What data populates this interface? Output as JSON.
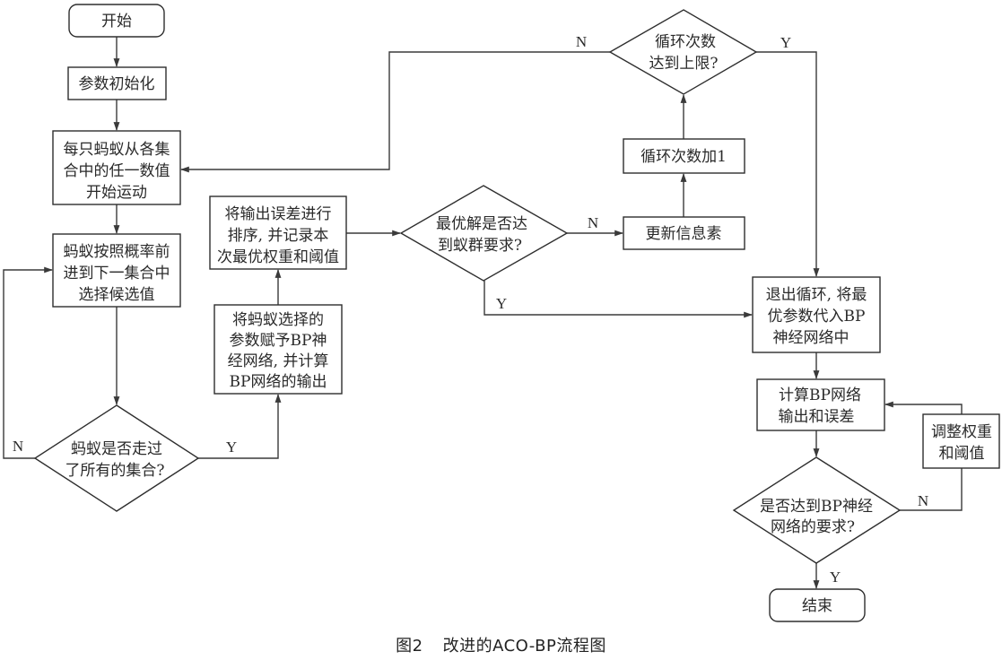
{
  "caption": {
    "figure_number": "图2",
    "title": "改进的ACO-BP流程图"
  },
  "nodes": {
    "start": {
      "type": "terminal",
      "lines": [
        "开始"
      ]
    },
    "init_params": {
      "type": "process",
      "lines": [
        "参数初始化"
      ]
    },
    "ants_start": {
      "type": "process",
      "lines": [
        "每只蚂蚁从各集",
        "合中的任一数值",
        "开始运动"
      ]
    },
    "ants_move": {
      "type": "process",
      "lines": [
        "蚂蚁按照概率前",
        "进到下一集合中",
        "选择候选值"
      ]
    },
    "all_sets_visited": {
      "type": "decision",
      "lines": [
        "蚂蚁是否走过",
        "了所有的集合?"
      ]
    },
    "assign_params": {
      "type": "process",
      "lines": [
        "将蚂蚁选择的",
        "参数赋予BP神",
        "经网络, 并计算",
        "BP网络的输出"
      ]
    },
    "sort_errors": {
      "type": "process",
      "lines": [
        "将输出误差进行",
        "排序, 并记录本",
        "次最优权重和阈值"
      ]
    },
    "optimal_reached": {
      "type": "decision",
      "lines": [
        "最优解是否达",
        "到蚁群要求?"
      ]
    },
    "update_pheromone": {
      "type": "process",
      "lines": [
        "更新信息素"
      ]
    },
    "increment_loop": {
      "type": "process",
      "lines": [
        "循环次数加1"
      ]
    },
    "loop_limit": {
      "type": "decision",
      "lines": [
        "循环次数",
        "达到上限?"
      ]
    },
    "exit_loop": {
      "type": "process",
      "lines": [
        "退出循环, 将最",
        "优参数代入BP",
        "神经网络中"
      ]
    },
    "compute_bp": {
      "type": "process",
      "lines": [
        "计算BP网络",
        "输出和误差"
      ]
    },
    "adjust_weights": {
      "type": "process",
      "lines": [
        "调整权重",
        "和阈值"
      ]
    },
    "bp_requirement": {
      "type": "decision",
      "lines": [
        "是否达到BP神经",
        "网络的要求?"
      ]
    },
    "end": {
      "type": "terminal",
      "lines": [
        "结束"
      ]
    }
  },
  "edge_labels": {
    "all_sets_no": "N",
    "all_sets_yes": "Y",
    "optimal_no": "N",
    "optimal_yes": "Y",
    "loop_limit_no": "N",
    "loop_limit_yes": "Y",
    "bp_requirement_no": "N",
    "bp_requirement_yes": "Y"
  }
}
